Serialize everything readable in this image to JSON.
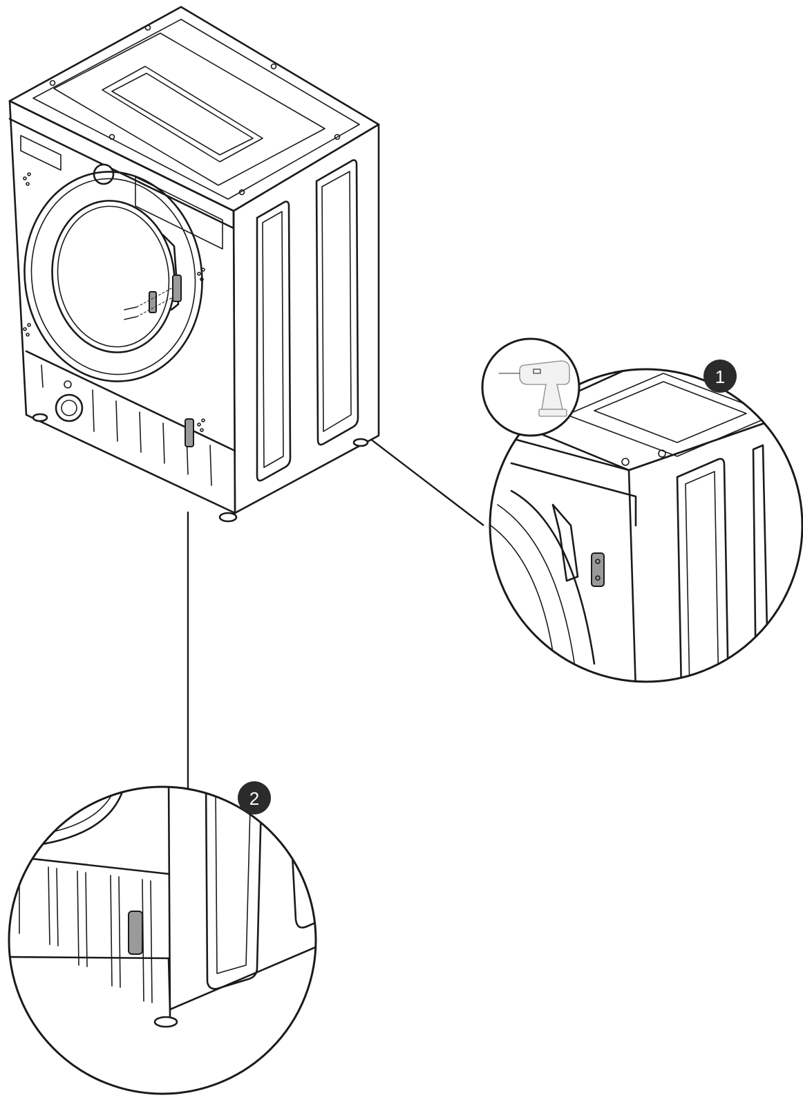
{
  "callouts": [
    {
      "number": "1",
      "tool": "drill-icon",
      "detail": "upper-side-bracket"
    },
    {
      "number": "2",
      "detail": "lower-plinth-bracket"
    }
  ],
  "colors": {
    "line": "#1a1a1a",
    "badge": "#2b2b2b",
    "badge_text": "#ffffff",
    "bracket": "#9a9a9a",
    "background": "#ffffff"
  }
}
